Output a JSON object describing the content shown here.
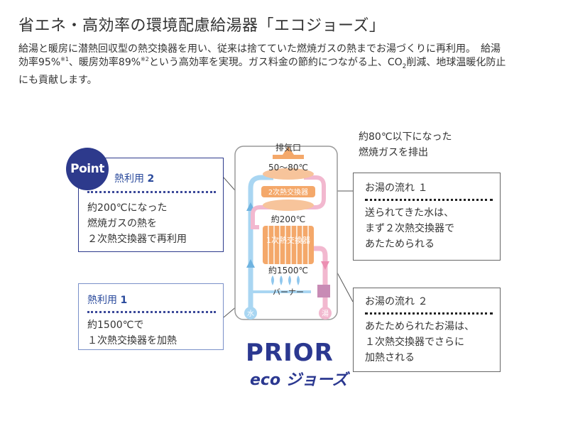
{
  "page": {
    "title": "省エネ・高効率の環境配慮給湯器「エコジョーズ」",
    "intro": {
      "line1": "給湯と暖房に潜熱回収型の熱交換器を用い、従来は捨てていた燃焼ガスの熱までお湯づくりに再利用。　給湯",
      "line2_a": "効率95%",
      "line2_note1": "※1",
      "line2_b": "、暖房効率89%",
      "line2_note2": "※2",
      "line2_c": "という高効率を実現。ガス料金の節約につながる上、CO",
      "line2_sub": "2",
      "line2_d": "削減、地球温暖化防止",
      "line3": "にも貢献します。"
    }
  },
  "diagram": {
    "exhaust_label": "排気口",
    "callout": [
      "約80℃以下になった",
      "燃焼ガスを排出"
    ],
    "temp_top": "50〜80℃",
    "secondary_hx_label": "2次熱交換器",
    "temp_mid": "約200℃",
    "primary_hx_label": "1次熱交換器",
    "temp_burner": "約1500℃",
    "burner_label": "バーナー",
    "water_label": "水",
    "hot_water_label": "湯",
    "colors": {
      "cold_pipe": "#a9d6f2",
      "hot_pipe": "#f2b8cf",
      "exchanger": "#f4a86a",
      "unit_outline": "#9a9a9a",
      "accent_navy": "#2d3a8c"
    }
  },
  "point_badge": "Point",
  "heat_use_2": {
    "heading": "熱利用",
    "num": "2",
    "lines": [
      "約200℃になった",
      "燃焼ガスの熱を",
      "２次熱交換器で再利用"
    ]
  },
  "heat_use_1": {
    "heading": "熱利用",
    "num": "1",
    "lines": [
      "約1500℃で",
      "１次熱交換器を加熱"
    ]
  },
  "flow_1": {
    "heading": "お湯の流れ １",
    "lines": [
      "送られてきた水は、",
      "まず２次熱交換器で",
      "あたためられる"
    ]
  },
  "flow_2": {
    "heading": "お湯の流れ ２",
    "lines": [
      "あたためられたお湯は、",
      "１次熱交換器でさらに",
      "加熱される"
    ]
  },
  "logos": {
    "brand": "PRIOR",
    "eco": "eco ジョーズ"
  }
}
